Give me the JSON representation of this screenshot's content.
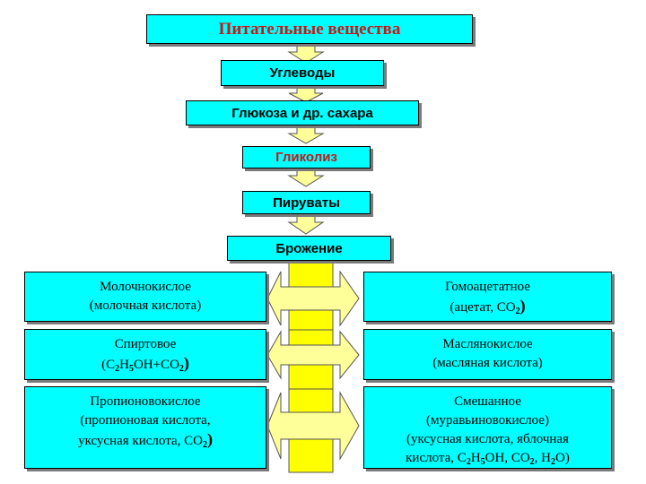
{
  "title": "Питательные вещества",
  "chain": {
    "carbs": "Углеводы",
    "glucose": "Глюкоза и др. сахара",
    "glycolysis": "Гликолиз",
    "pyruvates": "Пируваты",
    "fermentation": "Брожение"
  },
  "left": {
    "lactic": {
      "line1": "Молочнокислое",
      "line2": "(молочная кислота)"
    },
    "alcohol": {
      "line1": "Спиртовое"
    },
    "propionic": {
      "line1": "Пропионовокислое",
      "line2": "(пропионовая кислота,",
      "line3_text": "уксусная кислота, CO"
    }
  },
  "right": {
    "homoacetate": {
      "line1": "Гомоацетатное",
      "line2_text": "(ацетат, CO"
    },
    "butyric": {
      "line1": "Маслянокислое",
      "line2": "(масляная кислота)"
    },
    "mixed": {
      "line1": "Смешанное",
      "line2": "(муравьиновокислое)",
      "line3": "(уксусная кислота, яблочная"
    }
  },
  "colors": {
    "box_fill": "#00ffff",
    "arrow_fill": "#ffff99",
    "column_fill": "#ffff00",
    "title_text": "#c81818",
    "glycolysis_text": "#c81818"
  }
}
